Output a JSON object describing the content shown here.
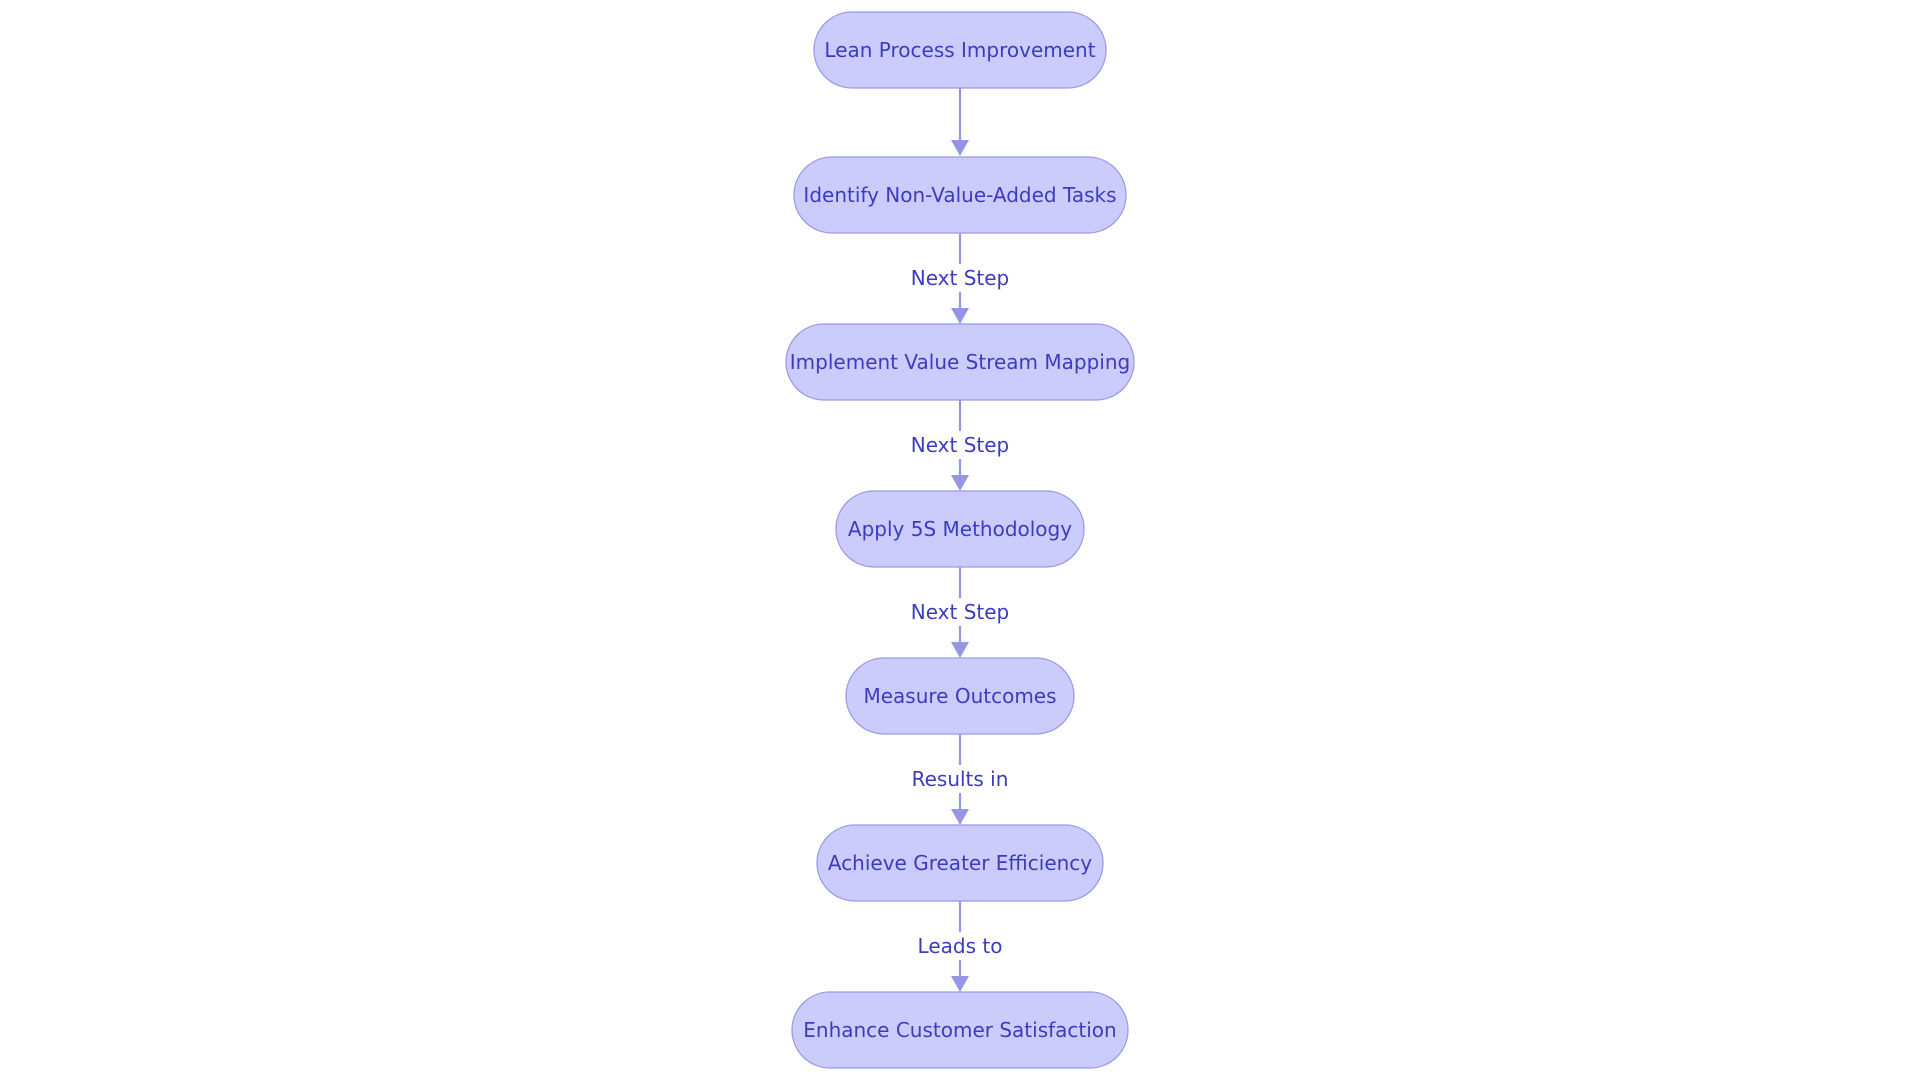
{
  "nodes": [
    {
      "id": "lean",
      "label": "Lean Process Improvement"
    },
    {
      "id": "identify",
      "label": "Identify Non-Value-Added Tasks"
    },
    {
      "id": "vsm",
      "label": "Implement Value Stream Mapping"
    },
    {
      "id": "5s",
      "label": "Apply 5S Methodology"
    },
    {
      "id": "measure",
      "label": "Measure Outcomes"
    },
    {
      "id": "efficiency",
      "label": "Achieve Greater Efficiency"
    },
    {
      "id": "satisfaction",
      "label": "Enhance Customer Satisfaction"
    }
  ],
  "edges": [
    {
      "from": "lean",
      "to": "identify",
      "label": ""
    },
    {
      "from": "identify",
      "to": "vsm",
      "label": "Next Step"
    },
    {
      "from": "vsm",
      "to": "5s",
      "label": "Next Step"
    },
    {
      "from": "5s",
      "to": "measure",
      "label": "Next Step"
    },
    {
      "from": "measure",
      "to": "efficiency",
      "label": "Results in"
    },
    {
      "from": "efficiency",
      "to": "satisfaction",
      "label": "Leads to"
    }
  ],
  "colors": {
    "node_fill": "#cbcbfc",
    "node_border": "#9a9ae8",
    "text": "#3c3cc0",
    "edge": "#9696e6"
  }
}
